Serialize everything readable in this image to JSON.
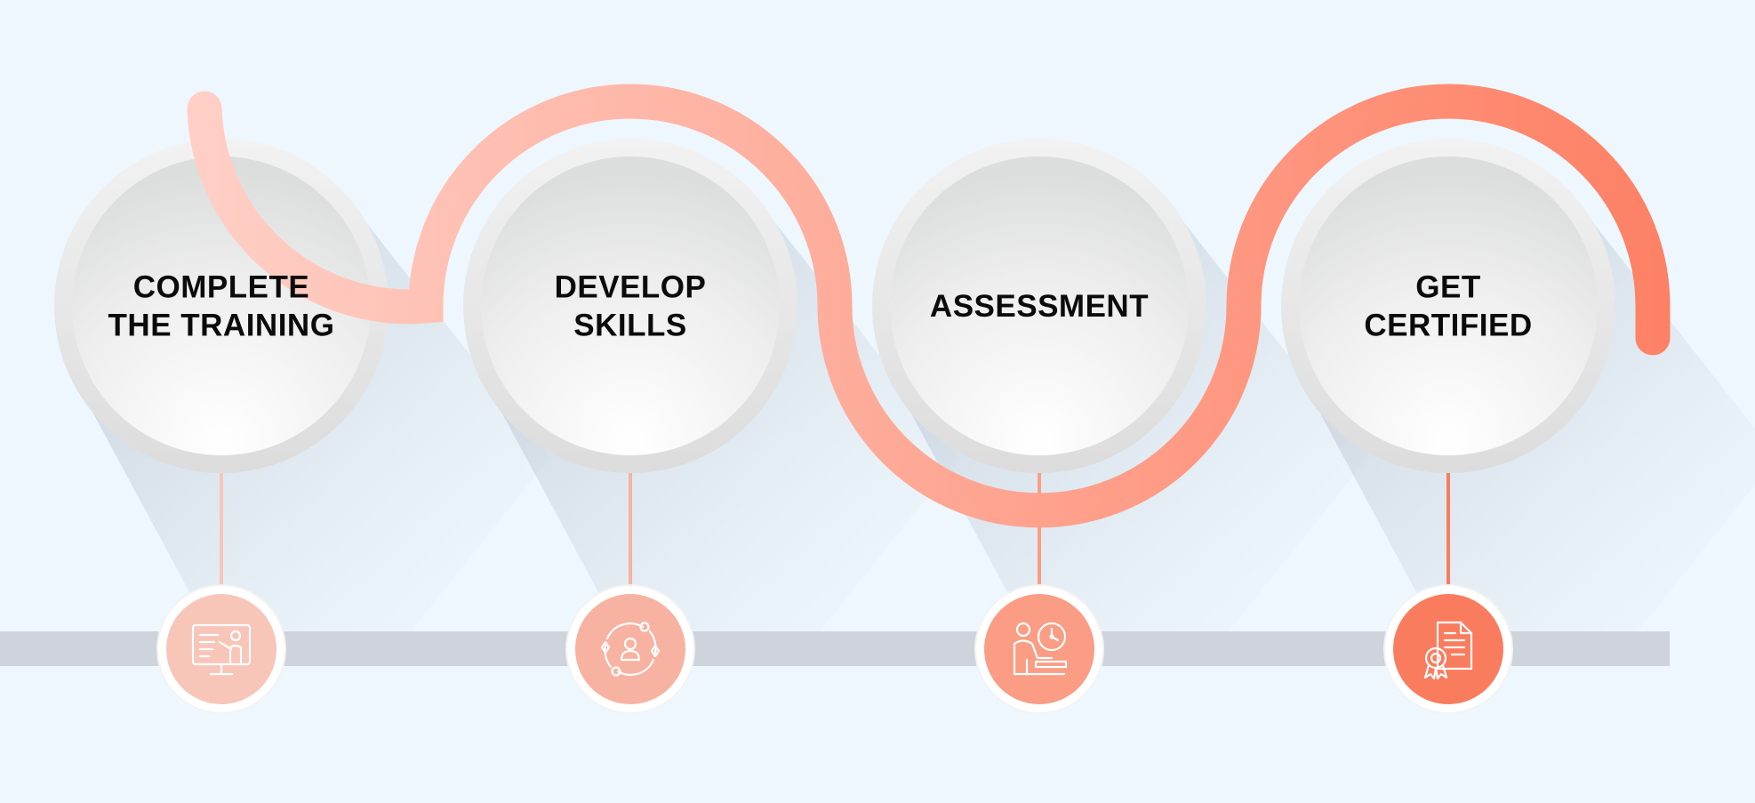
{
  "steps": [
    {
      "id": "complete-the-training",
      "lines": [
        "COMPLETE",
        "THE TRAINING"
      ],
      "icon": "training-screen-icon",
      "color": "#f8c5b9"
    },
    {
      "id": "develop-skills",
      "lines": [
        "DEVELOP",
        "SKILLS"
      ],
      "icon": "skills-development-icon",
      "color": "#f8b2a1"
    },
    {
      "id": "assessment",
      "lines": [
        "ASSESSMENT"
      ],
      "icon": "assessment-clock-icon",
      "color": "#fa9d84"
    },
    {
      "id": "get-certified",
      "lines": [
        "GET",
        "CERTIFIED"
      ],
      "icon": "certificate-icon",
      "color": "#fa7c5e"
    }
  ],
  "colors": {
    "background": "#eef7fd",
    "track": "#ced3dc",
    "wave_start": "#ffd9d2",
    "wave_end": "#fd7c5f",
    "label": "#0b0b0b"
  }
}
